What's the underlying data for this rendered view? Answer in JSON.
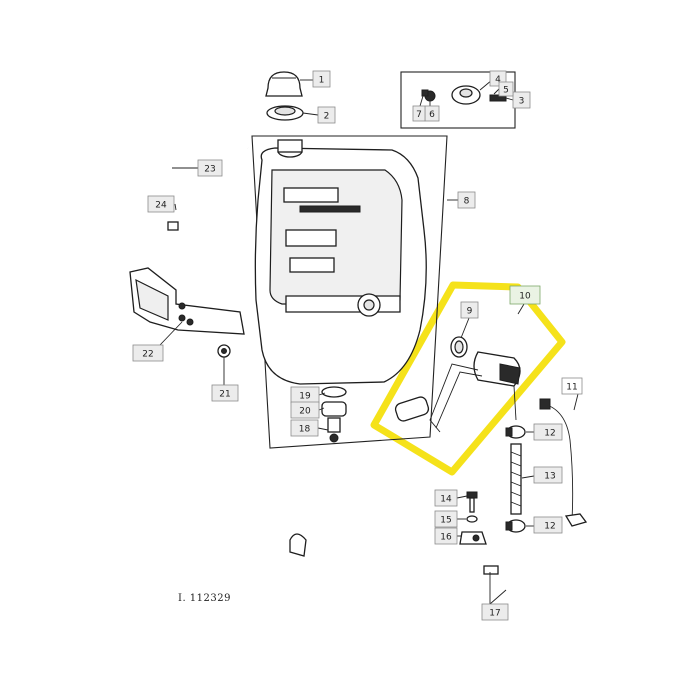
{
  "figure_ref": "I. 112329",
  "highlight_color": "#f5e21a",
  "callouts": [
    {
      "id": "c1",
      "text": "1"
    },
    {
      "id": "c2",
      "text": "2"
    },
    {
      "id": "c3",
      "text": "3"
    },
    {
      "id": "c4",
      "text": "4"
    },
    {
      "id": "c5",
      "text": "5"
    },
    {
      "id": "c6",
      "text": "6"
    },
    {
      "id": "c7",
      "text": "7"
    },
    {
      "id": "c8",
      "text": "8"
    },
    {
      "id": "c9",
      "text": "9"
    },
    {
      "id": "c10",
      "text": "10"
    },
    {
      "id": "c11",
      "text": "11"
    },
    {
      "id": "c12a",
      "text": "12"
    },
    {
      "id": "c12b",
      "text": "12"
    },
    {
      "id": "c13",
      "text": "13"
    },
    {
      "id": "c14",
      "text": "14"
    },
    {
      "id": "c15",
      "text": "15"
    },
    {
      "id": "c16",
      "text": "16"
    },
    {
      "id": "c17",
      "text": "17"
    },
    {
      "id": "c18",
      "text": "18"
    },
    {
      "id": "c19",
      "text": "19"
    },
    {
      "id": "c20",
      "text": "20"
    },
    {
      "id": "c21",
      "text": "21"
    },
    {
      "id": "c22",
      "text": "22"
    },
    {
      "id": "c23",
      "text": "23"
    },
    {
      "id": "c24",
      "text": "24"
    }
  ]
}
